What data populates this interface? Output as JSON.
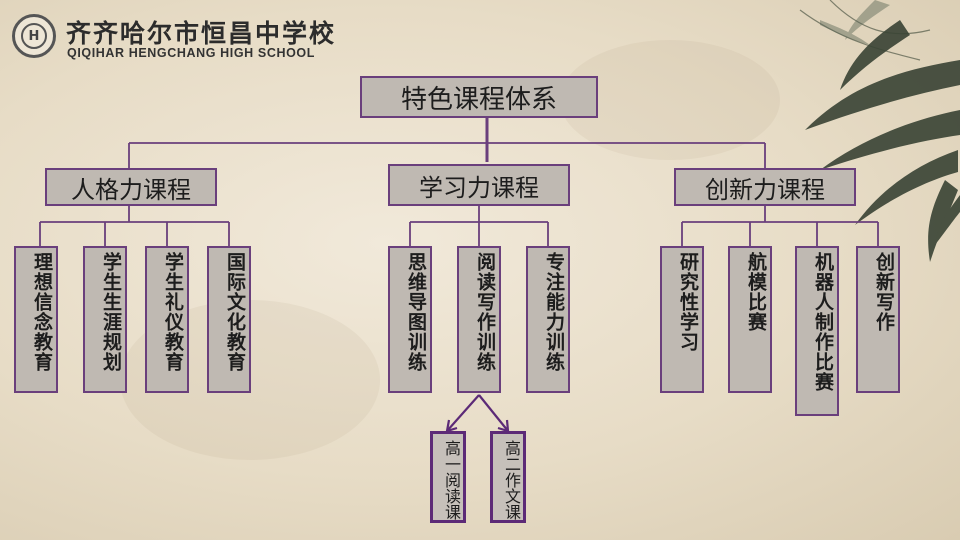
{
  "header": {
    "school_name_cn": "齐齐哈尔市恒昌中学校",
    "school_name_en": "QIQIHAR HENGCHANG HIGH SCHOOL",
    "logo_text": "H"
  },
  "diagram": {
    "root": "特色课程体系",
    "branches": [
      {
        "label": "人格力课程",
        "children": [
          "理想信念教育",
          "学生生涯规划",
          "学生礼仪教育",
          "国际文化教育"
        ]
      },
      {
        "label": "学习力课程",
        "children": [
          "思维导图训练",
          "阅读写作训练",
          "专注能力训练"
        ]
      },
      {
        "label": "创新力课程",
        "children": [
          "研究性学习",
          "航模比赛",
          "机器人制作比赛",
          "创新写作"
        ]
      }
    ],
    "sub_courses": [
      "高一阅读课",
      "高二作文课"
    ]
  },
  "colors": {
    "connector": "#6a3f7c",
    "box_fill": "#bfb9b2",
    "box_border": "#6a3f7c"
  }
}
